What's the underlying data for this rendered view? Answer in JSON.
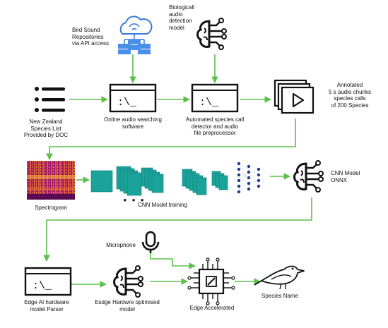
{
  "labels": {
    "bird_repos": "Bird Sound\nRepositories\nvia API access",
    "bio_model": "Biologicall\naudio\ndetection\nmodel",
    "nz_list": "New Zealand\nSpecies List\nProvided by DOC",
    "online_search": "Online audio searching\nsoftware",
    "auto_detector": "Automated species call\ndetector and audio\nfile preprocessor",
    "annotated": "Annotated\n5 s audio chunks\nspecies calls\nof 200 Species",
    "spectrogram": "Spectrogram",
    "cnn_training": "CNN Model training",
    "cnn_onnx": "CNN Model\nONNX",
    "microphone": "Microphone",
    "edge_parser": "Edge AI hardware\nmodel Parser",
    "edge_optimised": "Esdge Hardwre optimised\nmodel",
    "edge_accel": "Edge Accelerated",
    "species_name": "Species Name",
    "ellipsis": "• • •"
  },
  "colors": {
    "arrow": "#5cc04a",
    "icon": "#111111",
    "cnn": "#1aa39a",
    "cloud": "#3a78d8",
    "server": "#4a8fe8",
    "neural": "#1b3d8f"
  },
  "icons": {
    "list": "list-icon",
    "terminal": "terminal-icon",
    "brain": "brain-circuit-icon",
    "cloud": "cloud-server-icon",
    "play": "media-play-icon",
    "mic": "microphone-icon",
    "chip": "chip-icon",
    "bird": "bird-icon"
  }
}
